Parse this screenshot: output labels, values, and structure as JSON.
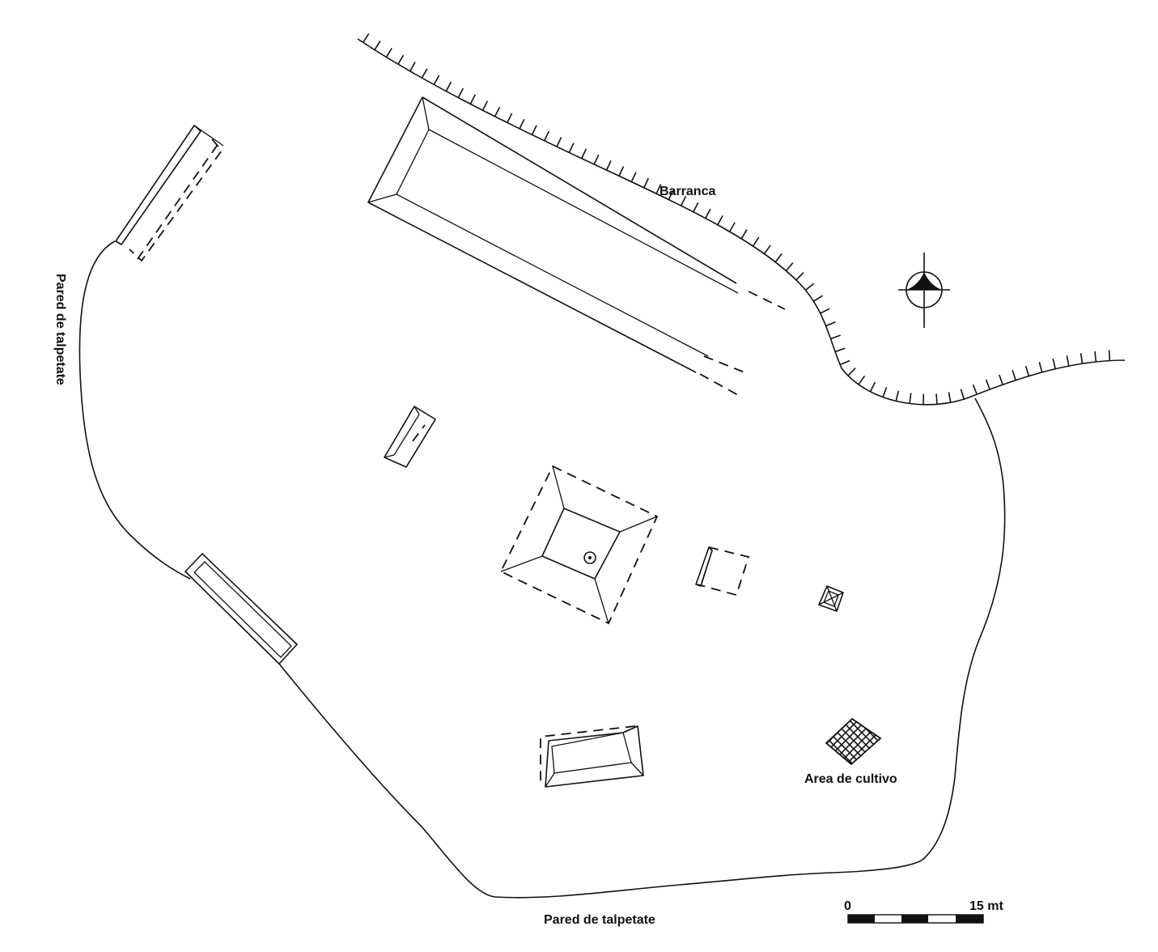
{
  "map": {
    "labels": {
      "barranca": "Barranca",
      "wall_west": "Pared de talpetate",
      "wall_south": "Pared de talpetate",
      "crop_area": "Area de cultivo"
    },
    "scale_bar": {
      "start_label": "0",
      "end_label": "15 mt"
    },
    "north_arrow": "north-arrow-icon"
  }
}
